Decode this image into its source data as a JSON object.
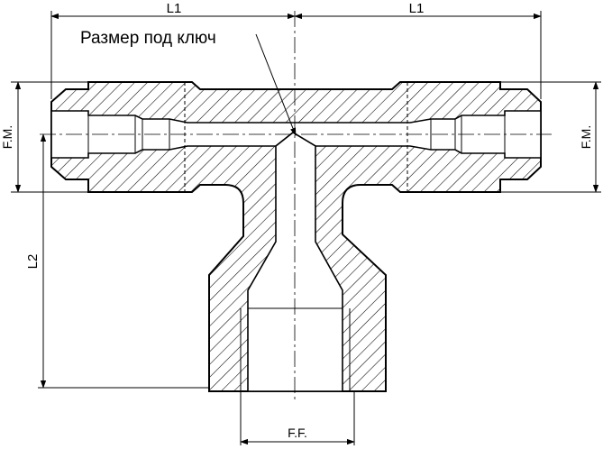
{
  "labels": {
    "l1_left": "L1",
    "l1_right": "L1",
    "wrench_size": "Размер под ключ",
    "fm_left": "F.M.",
    "fm_right": "F.M.",
    "l2": "L2",
    "ff": "F.F."
  }
}
